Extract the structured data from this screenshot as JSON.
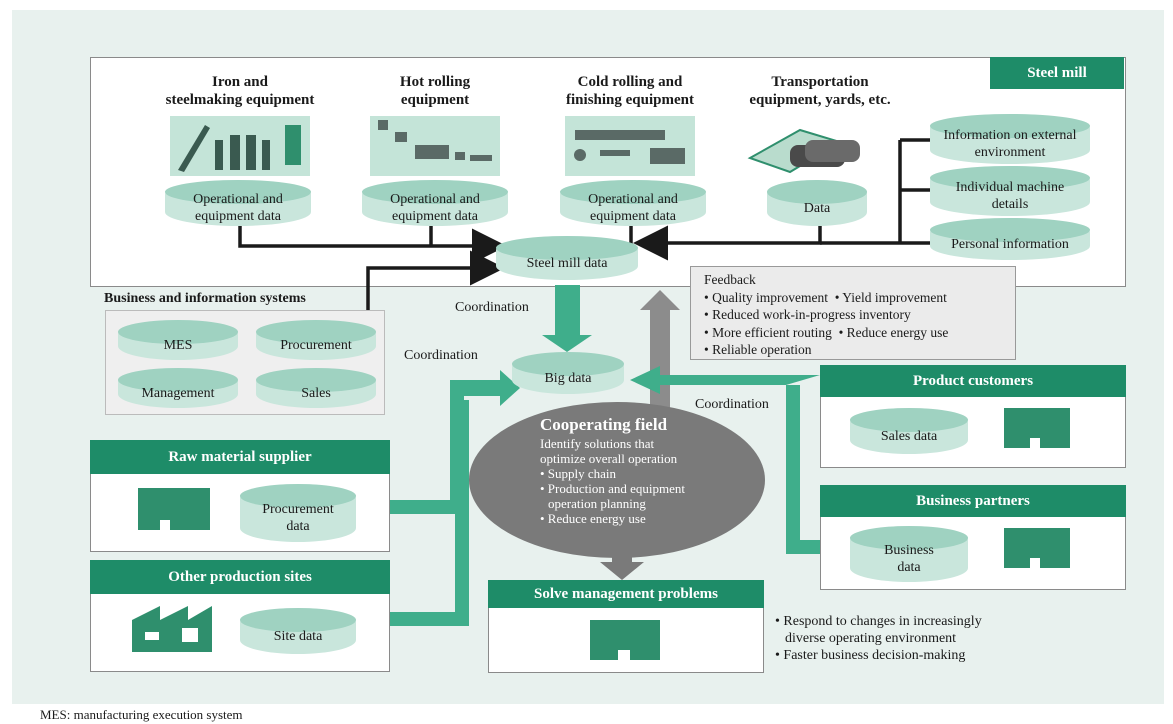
{
  "steel_mill": {
    "label": "Steel mill",
    "iron": {
      "title_1": "Iron and",
      "title_2": "steelmaking equipment",
      "data_1": "Operational and",
      "data_2": "equipment data"
    },
    "hot": {
      "title_1": "Hot rolling",
      "title_2": "equipment",
      "data_1": "Operational and",
      "data_2": "equipment data"
    },
    "cold": {
      "title_1": "Cold rolling and",
      "title_2": "finishing equipment",
      "data_1": "Operational and",
      "data_2": "equipment data"
    },
    "transport": {
      "title_1": "Transportation",
      "title_2": "equipment, yards, etc.",
      "data": "Data"
    },
    "external_1": "Information on external",
    "external_2": "environment",
    "machine_1": "Individual machine",
    "machine_2": "details",
    "personal": "Personal information",
    "mill_data": "Steel mill data"
  },
  "business_systems": {
    "title": "Business and information systems",
    "mes": "MES",
    "procurement": "Procurement",
    "management": "Management",
    "sales": "Sales"
  },
  "feedback": {
    "title": "Feedback",
    "line1a": "• Quality improvement",
    "line1b": "• Yield improvement",
    "line2": "• Reduced work-in-progress inventory",
    "line3a": "• More efficient routing",
    "line3b": "• Reduce energy use",
    "line4": "• Reliable operation"
  },
  "coordination": "Coordination",
  "big_data": "Big data",
  "cooperating": {
    "title": "Cooperating field",
    "line1": "Identify solutions that",
    "line2": "optimize overall operation",
    "b1": "• Supply chain",
    "b2a": "• Production and equipment",
    "b2b": "operation planning",
    "b3": "• Reduce energy use"
  },
  "raw_supplier": {
    "title": "Raw material supplier",
    "data_1": "Procurement",
    "data_2": "data"
  },
  "other_sites": {
    "title": "Other production sites",
    "data": "Site data"
  },
  "product_customers": {
    "title": "Product customers",
    "data": "Sales data"
  },
  "business_partners": {
    "title": "Business partners",
    "data_1": "Business",
    "data_2": "data"
  },
  "solve": {
    "title": "Solve management problems"
  },
  "notes": {
    "n1a": "• Respond to changes in increasingly",
    "n1b": "diverse operating environment",
    "n2": "• Faster business decision-making"
  },
  "footnote": "MES: manufacturing execution system",
  "colors": {
    "accent_green": "#1e8c68",
    "cylinder": "#c9e6dc",
    "background": "#e8f1ee",
    "gray_arrow": "#8c8c8c"
  }
}
